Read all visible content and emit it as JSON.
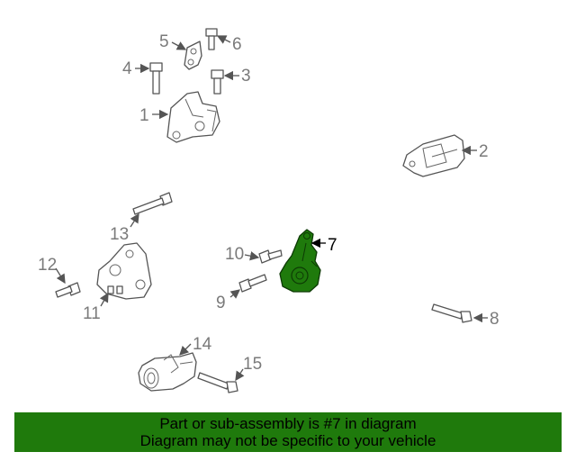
{
  "callouts": {
    "c1": "1",
    "c2": "2",
    "c3": "3",
    "c4": "4",
    "c5": "5",
    "c6": "6",
    "c7": "7",
    "c8": "8",
    "c9": "9",
    "c10": "10",
    "c11": "11",
    "c12": "12",
    "c13": "13",
    "c14": "14",
    "c15": "15"
  },
  "highlight": {
    "part": "7",
    "color": "#1f7a0c"
  },
  "banner": {
    "line1": "Part or sub-assembly is #7 in diagram",
    "line2": "Diagram may not be specific to your vehicle",
    "background": "#1f7a0c"
  }
}
